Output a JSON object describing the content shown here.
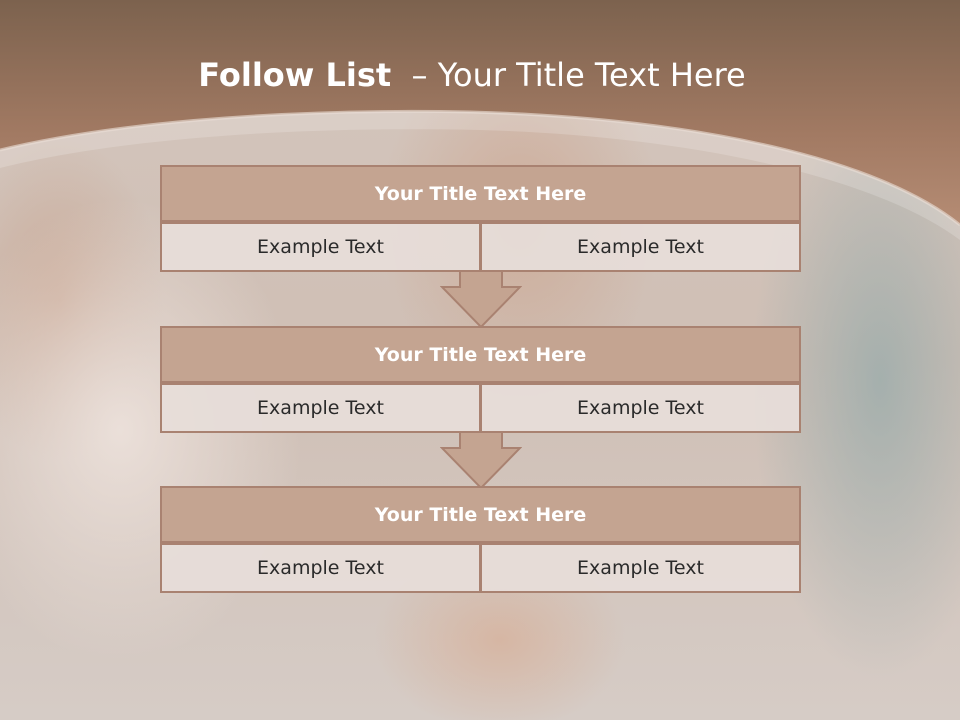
{
  "title": {
    "bold": "Follow List",
    "rest": "– Your Title Text Here"
  },
  "rows": [
    {
      "title": "Your Title Text Here",
      "left": "Example Text",
      "right": "Example Text"
    },
    {
      "title": "Your Title Text Here",
      "left": "Example Text",
      "right": "Example Text"
    },
    {
      "title": "Your Title Text Here",
      "left": "Example Text",
      "right": "Example Text"
    }
  ],
  "colors": {
    "header": "#a57d67",
    "box_fill": "#c4a491",
    "box_border": "#a98271",
    "cell_fill": "#e7ddd9"
  }
}
